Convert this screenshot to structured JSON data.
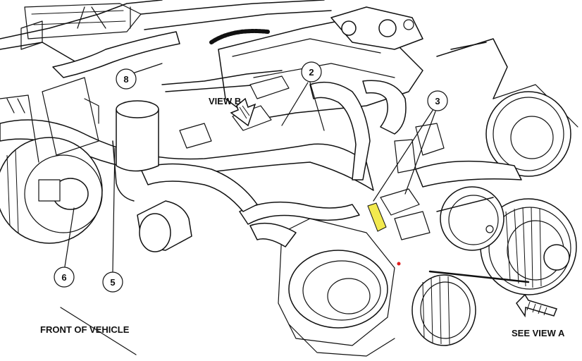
{
  "callouts": {
    "c2": "2",
    "c3": "3",
    "c5": "5",
    "c6": "6",
    "c8": "8"
  },
  "labels": {
    "view_b": "VIEW B",
    "front_of_vehicle": "FRONT OF VEHICLE",
    "see_view_a": "SEE VIEW A"
  },
  "colors": {
    "line": "#111111",
    "background": "#ffffff",
    "highlight_yellow": "#f2e94e",
    "marker_red": "#e02020"
  }
}
